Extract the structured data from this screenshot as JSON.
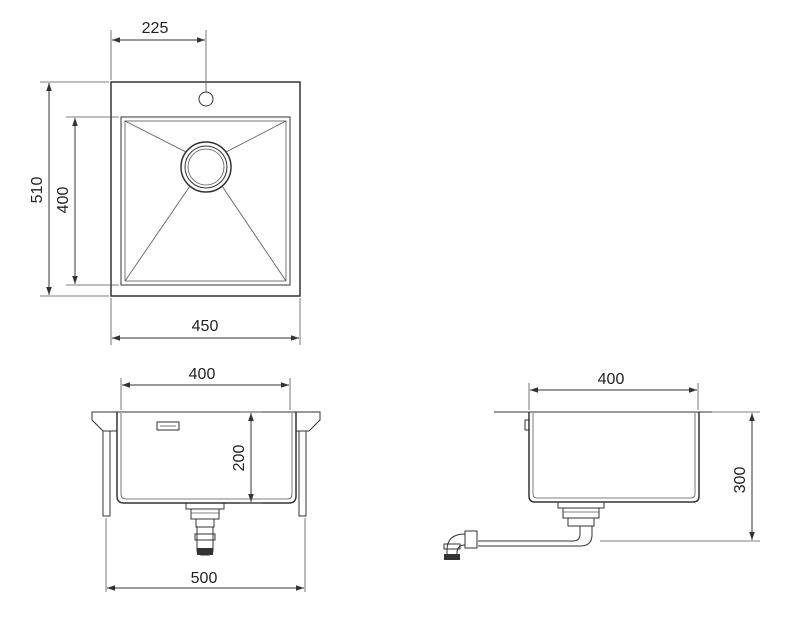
{
  "top_view": {
    "dim_tap_offset": "225",
    "dim_outer_height": "510",
    "dim_inner_height": "400",
    "dim_outer_width": "450"
  },
  "front_view": {
    "dim_inner_width": "400",
    "dim_depth": "200",
    "dim_cabinet_width": "500"
  },
  "side_view": {
    "dim_inner_width": "400",
    "dim_total_height": "300"
  },
  "colors": {
    "line": "#333333",
    "text": "#222222",
    "background": "#ffffff"
  }
}
